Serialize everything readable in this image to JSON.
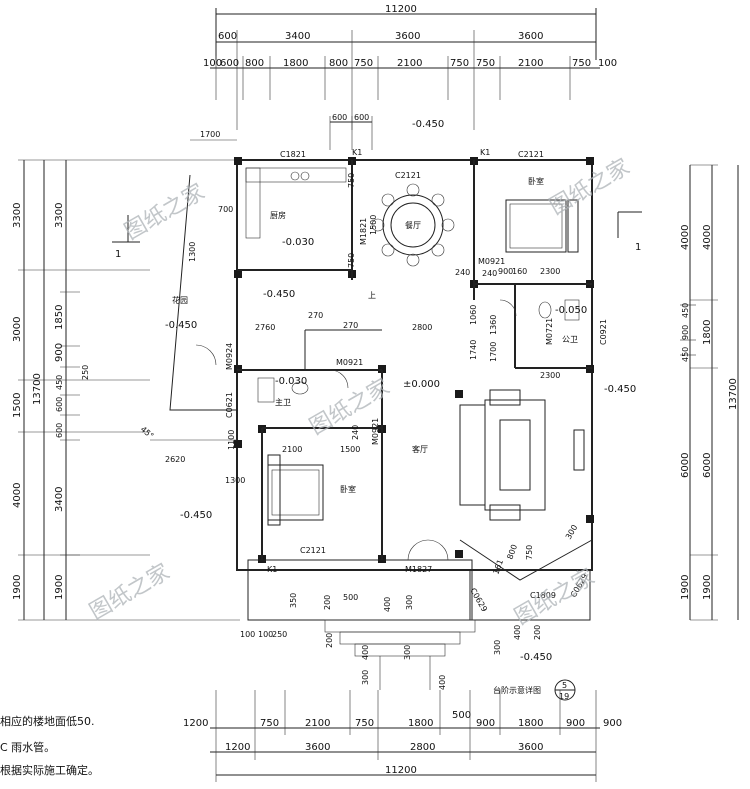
{
  "dimensions": {
    "top_total": "11200",
    "top_row1": [
      "600",
      "3400",
      "3600",
      "3600"
    ],
    "top_row2": [
      "100",
      "600",
      "800",
      "1800",
      "800",
      "750",
      "2100",
      "750",
      "750",
      "2100",
      "750",
      "100"
    ],
    "top_small": [
      "600",
      "600"
    ],
    "top_1700": "1700",
    "bottom_row1": [
      "1200",
      "750",
      "2100",
      "750",
      "1800",
      "500",
      "900",
      "1800",
      "900",
      "900"
    ],
    "bottom_row2": [
      "1200",
      "3600",
      "2800",
      "3600"
    ],
    "bottom_total": "11200",
    "left_outer": [
      "3300",
      "3000",
      "1500",
      "4000",
      "1900"
    ],
    "left_total": "13700",
    "left_inner": [
      "3300",
      "1850",
      "900",
      "450",
      "600",
      "600",
      "3400",
      "1900"
    ],
    "left_250": "250",
    "right_outer": [
      "4000",
      "1800",
      "6000",
      "1900"
    ],
    "right_inner": [
      "4000",
      "450",
      "900",
      "450",
      "6000",
      "1900"
    ],
    "right_total": "13700"
  },
  "labels": {
    "windows": [
      "C1821",
      "C2121",
      "C2121",
      "C2121",
      "C0921",
      "C0621",
      "C0629",
      "C1809",
      "C0629"
    ],
    "doors": [
      "M1821",
      "M0924",
      "M0921",
      "M0921",
      "M0921",
      "M0721",
      "M1827"
    ],
    "k1": [
      "K1",
      "K1",
      "K1"
    ],
    "rooms": {
      "kitchen": "厨房",
      "dining": "餐厅",
      "bedroom1": "卧室",
      "bedroom2": "卧室",
      "garden": "花园",
      "bath_main": "主卫",
      "bath_public": "公卫",
      "living": "客厅"
    },
    "up": "上",
    "levels": [
      "-0.450",
      "-0.030",
      "-0.450",
      "-0.450",
      "±0.000",
      "-0.030",
      "-0.050",
      "-0.450",
      "-0.450",
      "-0.450"
    ],
    "misc_dims": [
      "700",
      "1300",
      "750",
      "750",
      "1500",
      "240",
      "2760",
      "270",
      "270",
      "2800",
      "1060",
      "1740",
      "900",
      "160",
      "2300",
      "240",
      "2300",
      "1360",
      "1700",
      "2100",
      "1500",
      "240",
      "1100",
      "2620",
      "1300",
      "350",
      "200",
      "500",
      "400",
      "200",
      "100",
      "100",
      "250",
      "400",
      "300",
      "300",
      "400",
      "300",
      "300",
      "400",
      "200",
      "750",
      "800",
      "300",
      "161"
    ],
    "section_marks": [
      "1",
      "1"
    ],
    "detail_ref_top": "5",
    "detail_ref_bottom": "19",
    "detail_caption": "台阶示意详图",
    "angle": "45°"
  },
  "notes": [
    "相应的楼地面低50.",
    "C 雨水管。",
    "根据实际施工确定。"
  ],
  "watermark": "图纸之家"
}
